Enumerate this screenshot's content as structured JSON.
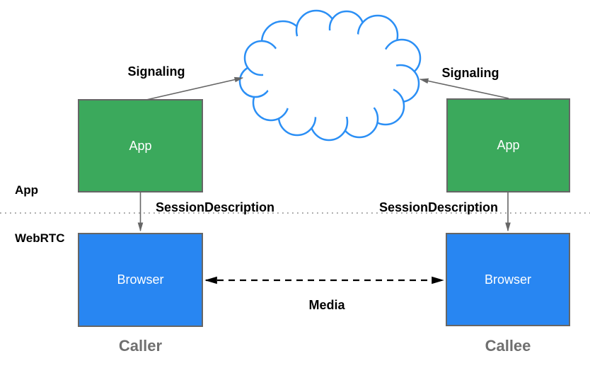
{
  "layers": {
    "app": {
      "label": "App"
    },
    "webrtc": {
      "label": "WebRTC"
    }
  },
  "nodes": {
    "caller_app": {
      "label": "App"
    },
    "callee_app": {
      "label": "App"
    },
    "caller_browser": {
      "label": "Browser"
    },
    "callee_browser": {
      "label": "Browser"
    }
  },
  "edges": {
    "signaling_left": {
      "label": "Signaling"
    },
    "signaling_right": {
      "label": "Signaling"
    },
    "session_left": {
      "label": "SessionDescription"
    },
    "session_right": {
      "label": "SessionDescription"
    },
    "media": {
      "label": "Media"
    }
  },
  "roles": {
    "caller": {
      "label": "Caller"
    },
    "callee": {
      "label": "Callee"
    }
  },
  "colors": {
    "background": "#ffffff",
    "app_box_fill": "#3ba95c",
    "browser_box_fill": "#2886f2",
    "box_border": "#666666",
    "cloud_stroke": "#2b8ff5",
    "arrow_gray": "#666666",
    "arrow_black": "#000000",
    "separator": "#8a8a8a",
    "role_label_text": "#6f6f6f",
    "box_label_text": "#ffffff",
    "edge_label_text": "#000000"
  }
}
